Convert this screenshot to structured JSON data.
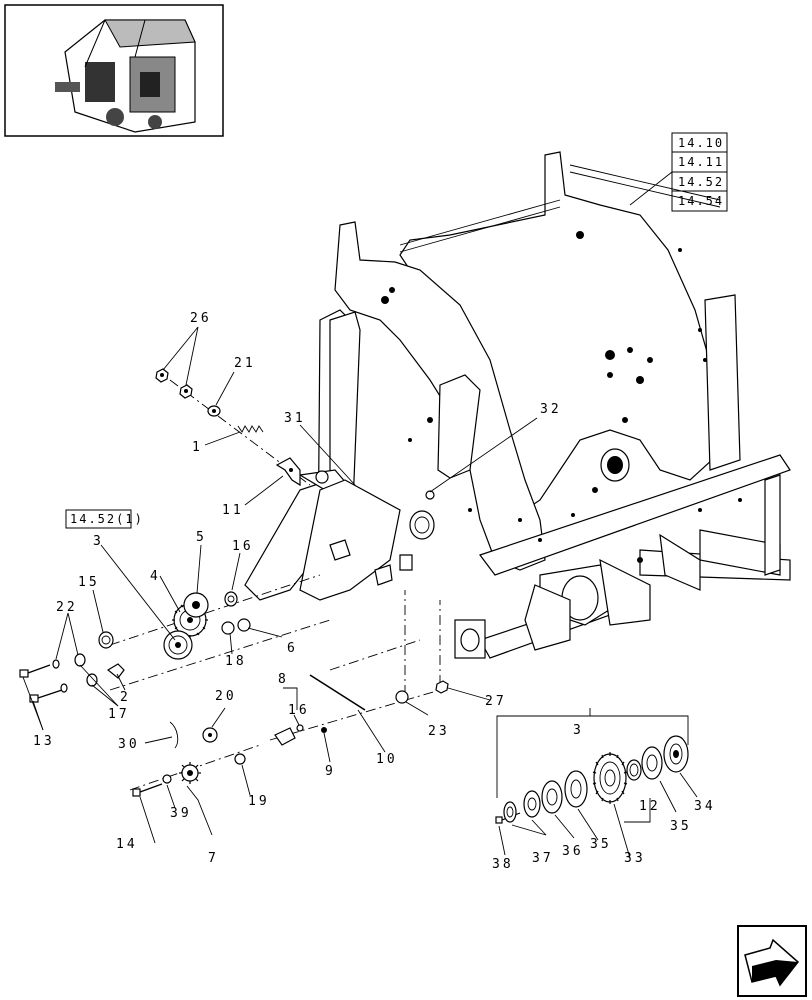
{
  "ref_boxes": {
    "frame_refs": [
      "14.10",
      "14.11",
      "14.52",
      "14.54"
    ],
    "gear_ref": "14.52(1)"
  },
  "callouts": {
    "c1": "1",
    "c2": "2",
    "c3": "3",
    "c3b": "3",
    "c4": "4",
    "c5": "5",
    "c6": "6",
    "c7": "7",
    "c8": "8",
    "c9": "9",
    "c10": "10",
    "c11": "11",
    "c12": "12",
    "c13": "13",
    "c14": "14",
    "c15": "15",
    "c16": "16",
    "c16b": "16",
    "c17": "17",
    "c18": "18",
    "c19": "19",
    "c20": "20",
    "c21": "21",
    "c22": "22",
    "c23": "23",
    "c26": "26",
    "c27": "27",
    "c30": "30",
    "c31": "31",
    "c32": "32",
    "c33": "33",
    "c34": "34",
    "c35": "35",
    "c35b": "35",
    "c36": "36",
    "c37": "37",
    "c38": "38",
    "c39": "39"
  },
  "icons": {
    "thumbnail": "baler-overview-thumbnail",
    "nav": "next-page-arrow-icon"
  }
}
